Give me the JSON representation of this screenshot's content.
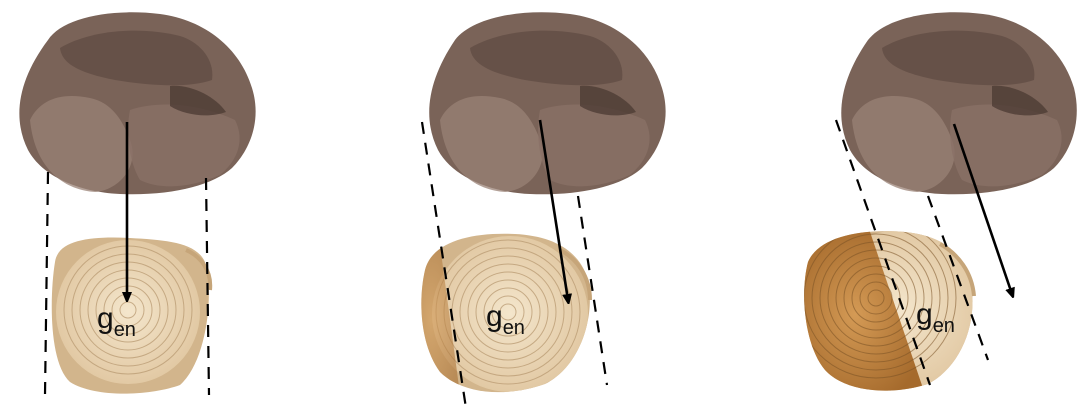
{
  "figure": {
    "panels": [
      {
        "label_main": "g",
        "label_sub": "en"
      },
      {
        "label_main": "g",
        "label_sub": "en"
      },
      {
        "label_main": "g",
        "label_sub": "en"
      }
    ],
    "colors": {
      "rock_fill": "#7a6358",
      "rock_shadow": "#5e4a42",
      "rock_highlight": "#9a8276",
      "wood_light": "#ead7b8",
      "wood_ring": "#b99a72",
      "wood_bark": "#d2b58c",
      "wood_dark": "#b07b3c",
      "wood_dark_ring": "#7a5226",
      "arrow": "#000000",
      "dash": "#000000"
    }
  }
}
